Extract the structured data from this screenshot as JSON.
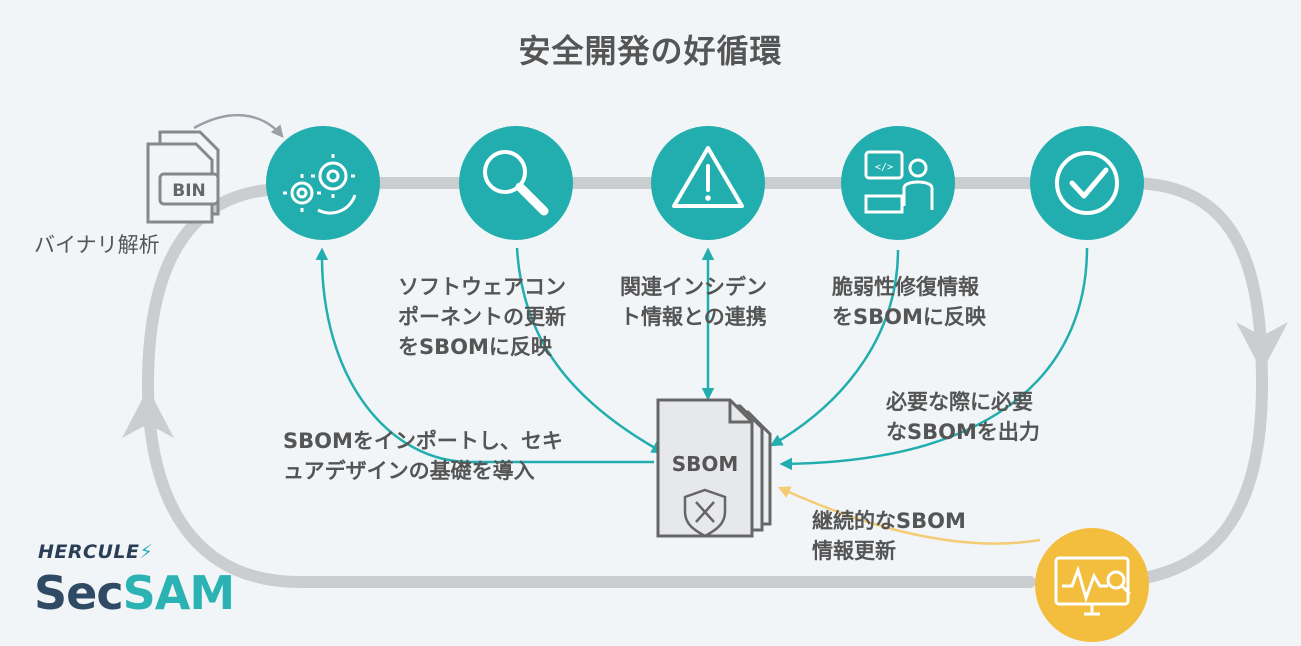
{
  "title": "安全開発の好循環",
  "binary": {
    "file_label": "BIN",
    "caption": "バイナリ解析"
  },
  "steps": [
    {
      "icon": "gears-icon"
    },
    {
      "icon": "magnifier-icon"
    },
    {
      "icon": "warning-icon"
    },
    {
      "icon": "developer-icon"
    },
    {
      "icon": "checkmark-icon"
    }
  ],
  "labels": {
    "component_update": "ソフトウェアコン\nポーネントの更新\nをSBOMに反映",
    "incident_link": "関連インシデン\nト情報との連携",
    "vuln_fix": "脆弱性修復情報\nをSBOMに反映",
    "output": "必要な際に必要\nなSBOMを出力",
    "import": "SBOMをインポートし、セキ\nュアデザインの基礎を導入",
    "continuous": "継続的なSBOM\n情報更新"
  },
  "sbom": {
    "label": "SBOM"
  },
  "monitor": {
    "icon": "monitor-chart-icon"
  },
  "logo": {
    "brand_top": "HERCULE",
    "brand_sec": "Sec",
    "brand_sam": "SAM"
  },
  "colors": {
    "teal": "#22aeae",
    "yellow": "#f3be3e",
    "gray_loop": "#c9cccf",
    "text": "#555555"
  }
}
